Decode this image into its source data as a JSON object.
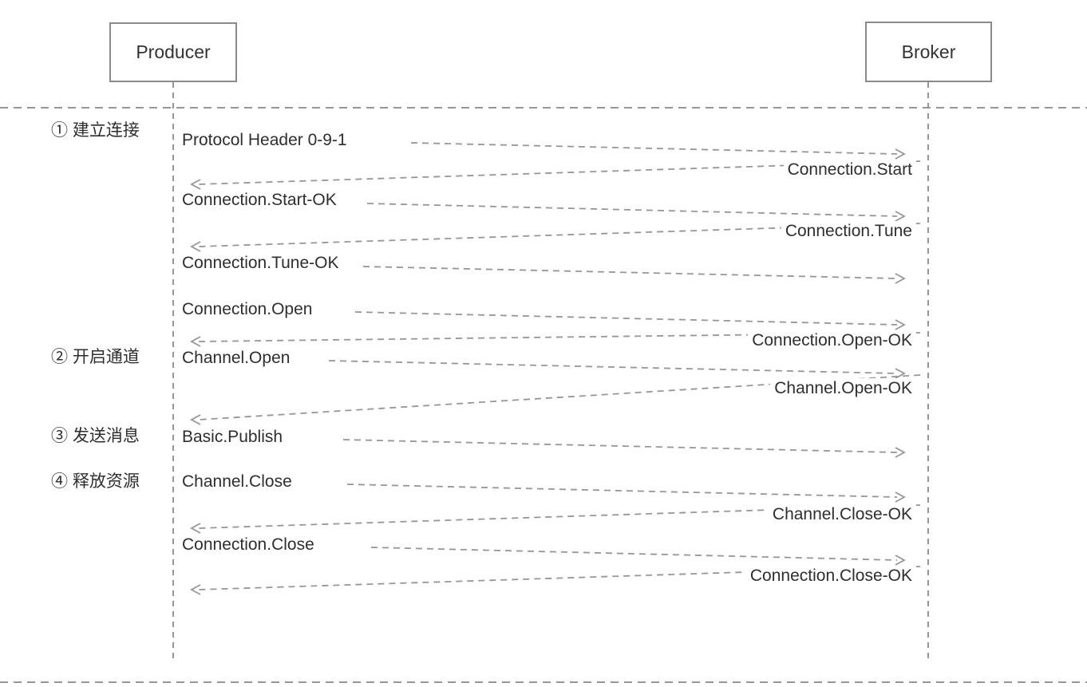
{
  "diagram": {
    "title_semantics": "AMQP producer-broker sequence diagram",
    "actors": [
      {
        "name": "Producer"
      },
      {
        "name": "Broker"
      }
    ],
    "phases": [
      {
        "label": "① 建立连接"
      },
      {
        "label": "② 开启通道"
      },
      {
        "label": "③ 发送消息"
      },
      {
        "label": "④ 释放资源"
      }
    ],
    "messages": [
      {
        "label": "Protocol Header 0-9-1",
        "from": "Producer",
        "to": "Broker"
      },
      {
        "label": "Connection.Start",
        "from": "Broker",
        "to": "Producer"
      },
      {
        "label": "Connection.Start-OK",
        "from": "Producer",
        "to": "Broker"
      },
      {
        "label": "Connection.Tune",
        "from": "Broker",
        "to": "Producer"
      },
      {
        "label": "Connection.Tune-OK",
        "from": "Producer",
        "to": "Broker"
      },
      {
        "label": "Connection.Open",
        "from": "Producer",
        "to": "Broker"
      },
      {
        "label": "Connection.Open-OK",
        "from": "Broker",
        "to": "Producer"
      },
      {
        "label": "Channel.Open",
        "from": "Producer",
        "to": "Broker"
      },
      {
        "label": "Channel.Open-OK",
        "from": "Broker",
        "to": "Producer"
      },
      {
        "label": "Basic.Publish",
        "from": "Producer",
        "to": "Broker"
      },
      {
        "label": "Channel.Close",
        "from": "Producer",
        "to": "Broker"
      },
      {
        "label": "Channel.Close-OK",
        "from": "Broker",
        "to": "Producer"
      },
      {
        "label": "Connection.Close",
        "from": "Producer",
        "to": "Broker"
      },
      {
        "label": "Connection.Close-OK",
        "from": "Broker",
        "to": "Producer"
      }
    ],
    "colors": {
      "text": "#2e2e2e",
      "line": "#969696",
      "box_border": "#8a8a8a",
      "background": "#ffffff"
    }
  }
}
